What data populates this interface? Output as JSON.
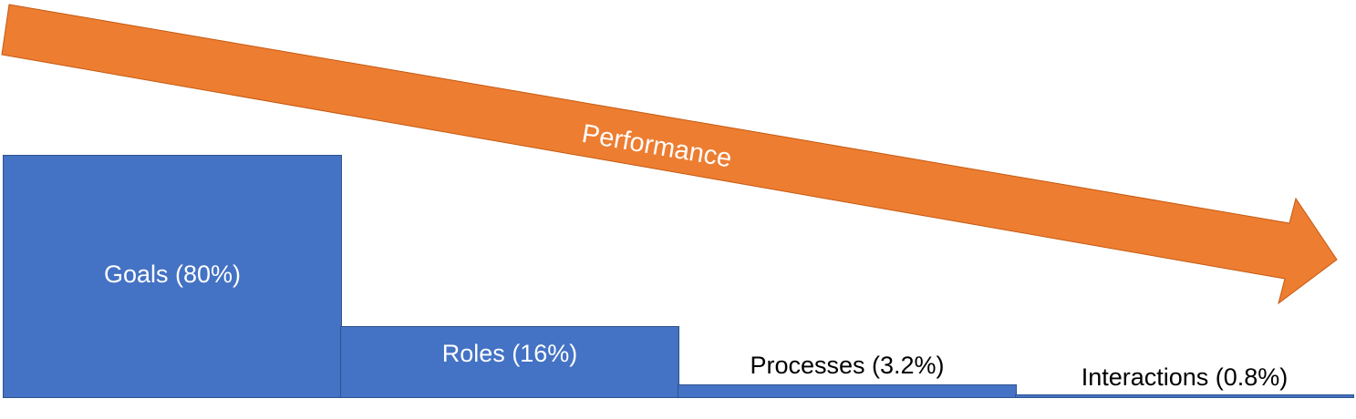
{
  "arrow": {
    "label": "Performance",
    "color": "#ed7d31"
  },
  "bars": [
    {
      "label": "Goals (80%)",
      "value": 80,
      "color": "#4472c4"
    },
    {
      "label": "Roles (16%)",
      "value": 16,
      "color": "#4472c4"
    },
    {
      "label": "Processes (3.2%)",
      "value": 3.2,
      "color": "#4472c4"
    },
    {
      "label": "Interactions (0.8%)",
      "value": 0.8,
      "color": "#4472c4"
    }
  ]
}
